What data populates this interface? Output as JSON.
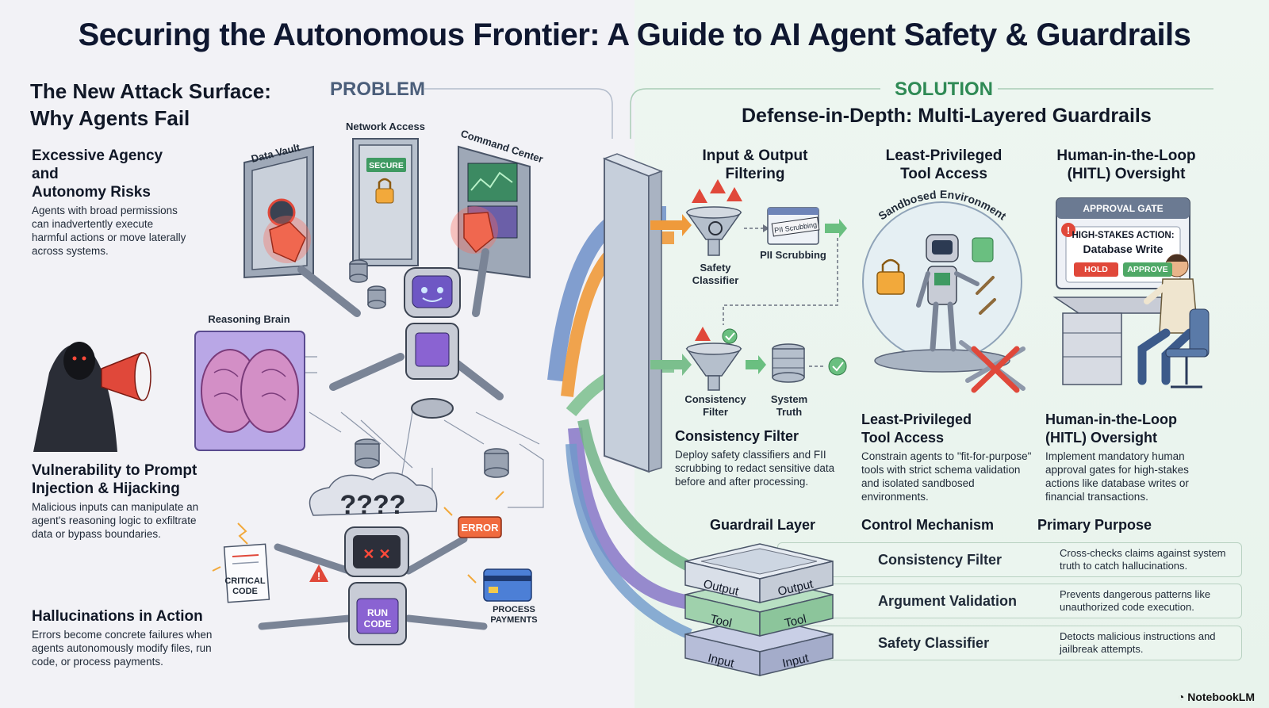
{
  "title": "Securing the Autonomous Frontier: A Guide to AI Agent Safety & Guardrails",
  "problem": {
    "tag": "PROBLEM",
    "heading_line1": "The New Attack Surface:",
    "heading_line2": "Why Agents Fail",
    "sections": [
      {
        "title_line1": "Excessive Agency and",
        "title_line2": "Autonomy Risks",
        "body": "Agents with broad permissions can inadvertently execute harmful actions or move laterally across systems."
      },
      {
        "title_line1": "Vulnerability to Prompt",
        "title_line2": "Injection & Hijacking",
        "body": "Malicious inputs can manipulate an agent's reasoning logic to exfiltrate data or bypass boundaries."
      },
      {
        "title_line1": "Hallucinations in Action",
        "title_line2": "",
        "body": "Errors become concrete failures when agents autonomously modify files, run code, or process payments."
      }
    ],
    "illustration": {
      "data_vault": "Data Vault",
      "network_access": "Network Access",
      "secure_badge": "SECURE",
      "command_center": "Command Center",
      "reasoning_brain": "Reasoning Brain",
      "critical_code_line1": "CRITICAL",
      "critical_code_line2": "CODE",
      "run_code_line1": "RUN",
      "run_code_line2": "CODE",
      "error": "ERROR",
      "process_payments_line1": "PROCESS",
      "process_payments_line2": "PAYMENTS"
    }
  },
  "solution": {
    "tag": "SOLUTION",
    "heading": "Defense-in-Depth: Multi-Layered Guardrails",
    "columns": [
      {
        "title_line1": "Input & Output Filtering",
        "title_line2": ""
      },
      {
        "title_line1": "Least-Privileged",
        "title_line2": "Tool Access"
      },
      {
        "title_line1": "Human-in-the-Loop",
        "title_line2": "(HITL) Oversight"
      }
    ],
    "filter_labels": {
      "safety_classifier_line1": "Safety",
      "safety_classifier_line2": "Classifier",
      "pii_scrubbing": "PII Scrubbing",
      "pii_card": "PII Scrubbing",
      "consistency_filter_line1": "Consistency",
      "consistency_filter_line2": "Filter",
      "system_truth_line1": "System",
      "system_truth_line2": "Truth"
    },
    "sandbox_label": "Sandbosed Environment",
    "approval": {
      "header": "APPROVAL GATE",
      "action_line1": "HIGH-STAKES ACTION:",
      "action_line2": "Database Write",
      "hold": "HOLD",
      "approve": "APPROVE"
    },
    "descriptions": [
      {
        "title_line1": "Consistency Filter",
        "title_line2": "",
        "body": "Deploy safety classifiers and FII scrubbing to redact sensitive data before and after processing."
      },
      {
        "title_line1": "Least-Privileged",
        "title_line2": "Tool Access",
        "body": "Constrain agents to \"fit-for-purpose\" tools with strict schema validation and isolated sandbosed environments."
      },
      {
        "title_line1": "Human-in-the-Loop",
        "title_line2": "(HITL) Oversight",
        "body": "Implement mandatory human approval gates for high-stakes actions like database writes or financial transactions."
      }
    ],
    "table": {
      "headers": [
        "Guardrail Layer",
        "Control Mechanism",
        "Primary Purpose"
      ],
      "rows": [
        {
          "mechanism": "Consistency Filter",
          "purpose": "Cross-checks claims against system truth to catch hallucinations."
        },
        {
          "mechanism": "Argument Validation",
          "purpose": "Prevents dangerous patterns like unauthorized code execution."
        },
        {
          "mechanism": "Safety Classifier",
          "purpose": "Detocts malicious instructions and jailbreak attempts."
        }
      ],
      "layers": [
        {
          "left": "Output",
          "right": "Output"
        },
        {
          "left": "Tool",
          "right": "Tool"
        },
        {
          "left": "Input",
          "right": "Input"
        }
      ]
    }
  },
  "footer": "NotebookLM",
  "colors": {
    "problem_accent": "#4b5e7a",
    "solution_accent": "#2f8a55",
    "danger": "#e0483a",
    "robot_purple": "#7a5cc8"
  }
}
